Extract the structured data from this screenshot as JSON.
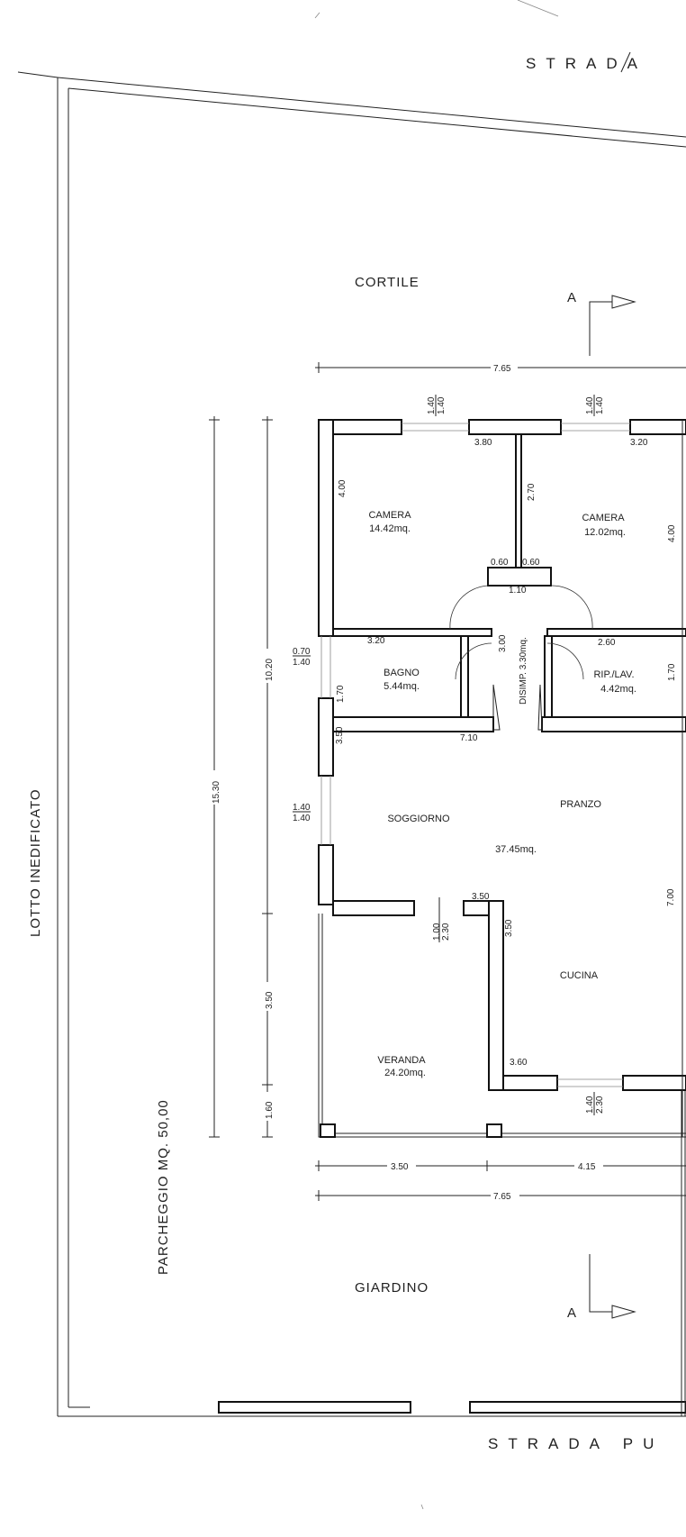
{
  "labels": {
    "street_top": "STRADA",
    "street_bottom": "STRADA PU",
    "cortile": "CORTILE",
    "giardino": "GIARDINO",
    "lotto": "LOTTO INEDIFICATO",
    "parcheggio": "PARCHEGGIO MQ. 50,00",
    "section_mark": "A"
  },
  "rooms": {
    "camera1": {
      "name": "CAMERA",
      "area": "14.42mq."
    },
    "camera2": {
      "name": "CAMERA",
      "area": "12.02mq."
    },
    "bagno": {
      "name": "BAGNO",
      "area": "5.44mq."
    },
    "rip": {
      "name": "RIP./LAV.",
      "area": "4.42mq."
    },
    "disimp": {
      "name": "DISIMP. 3.30mq."
    },
    "soggiorno": {
      "name": "SOGGIORNO"
    },
    "pranzo": {
      "name": "PRANZO",
      "area": "37.45mq."
    },
    "cucina": {
      "name": "CUCINA"
    },
    "veranda": {
      "name": "VERANDA",
      "area": "24.20mq."
    }
  },
  "dims": {
    "top_width": "7.65",
    "total_depth": "15.30",
    "house_depth": "10.20",
    "veranda_depth": "3.50",
    "rear_depth": "1.60",
    "bottom_left": "3.50",
    "bottom_right": "4.15",
    "bottom_total": "7.65",
    "win_top1_a": "1.40",
    "win_top1_b": "1.40",
    "win_top2_a": "1.40",
    "win_top2_b": "1.40",
    "cam1_w": "3.80",
    "cam2_w": "3.20",
    "cam1_h": "4.00",
    "cam2_h": "4.00",
    "wall_v": "2.70",
    "dis_l": "0.60",
    "dis_r": "0.60",
    "dis_w": "1.10",
    "bagno_w": "3.20",
    "dis_h": "3.00",
    "rip_w": "2.60",
    "bagno_h": "1.70",
    "rip_h": "1.70",
    "win_bagno_a": "0.70",
    "win_bagno_b": "1.40",
    "sog_w": "7.10",
    "sog_h": "3.50",
    "win_sog_a": "1.40",
    "win_sog_b": "1.40",
    "sog_depth": "7.00",
    "cuc_top": "3.50",
    "cuc_h": "3.50",
    "door_v_a": "1.00",
    "door_v_b": "2.30",
    "cuc_bot": "3.60",
    "win_cuc_a": "1.40",
    "win_cuc_b": "2.30"
  }
}
